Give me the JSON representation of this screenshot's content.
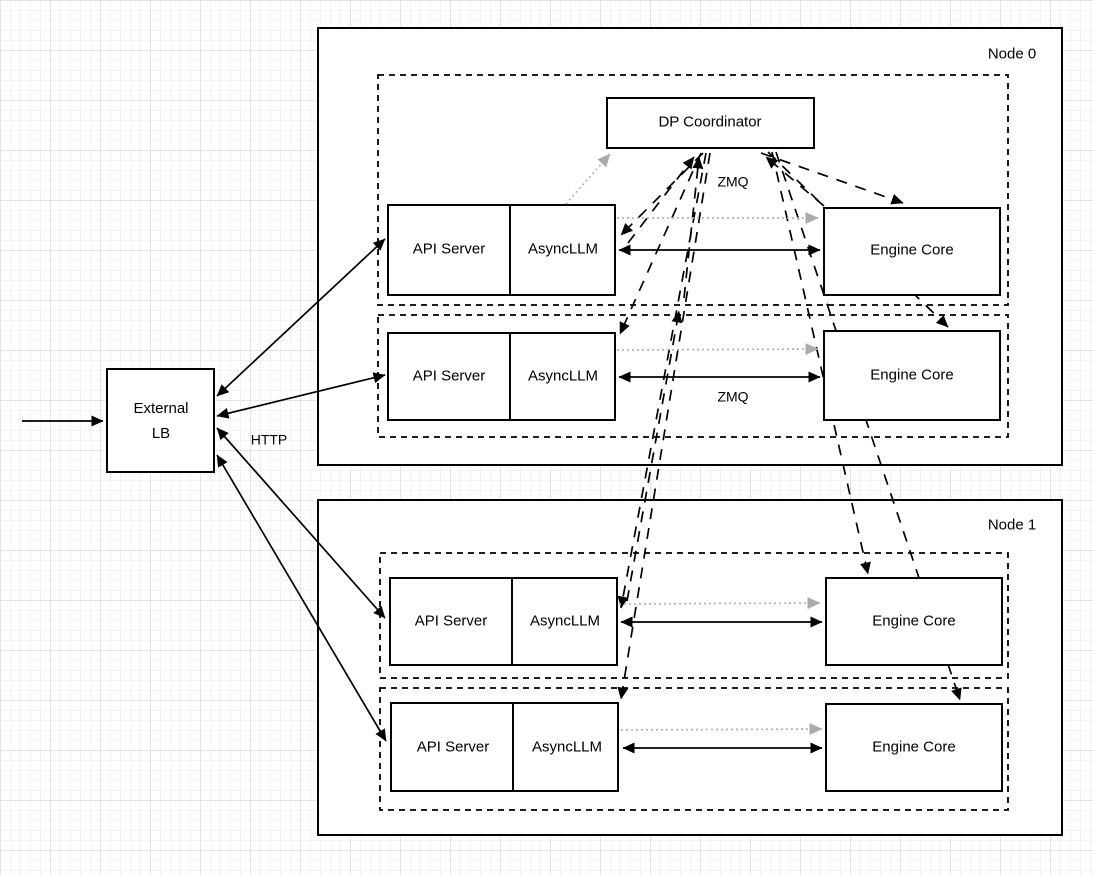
{
  "diagram_type": "architecture-diagram",
  "external_lb": {
    "line1": "External",
    "line2": "LB"
  },
  "edge_labels": {
    "http": "HTTP"
  },
  "nodes": [
    {
      "label": "Node 0",
      "dp_coordinator": "DP Coordinator",
      "zmq_top": "ZMQ",
      "rows": [
        {
          "api_server": "API Server",
          "asyncllm": "AsyncLLM",
          "engine_core": "Engine Core"
        },
        {
          "api_server": "API Server",
          "asyncllm": "AsyncLLM",
          "engine_core": "Engine Core",
          "zmq": "ZMQ"
        }
      ]
    },
    {
      "label": "Node 1",
      "rows": [
        {
          "api_server": "API Server",
          "asyncllm": "AsyncLLM",
          "engine_core": "Engine Core"
        },
        {
          "api_server": "API Server",
          "asyncllm": "AsyncLLM",
          "engine_core": "Engine Core"
        }
      ]
    }
  ],
  "edges": [
    {
      "from": "client",
      "to": "external-lb",
      "style": "solid",
      "bidirectional": false
    },
    {
      "from": "external-lb",
      "to": "node0-row1-api-server",
      "style": "solid",
      "bidirectional": true,
      "label": "HTTP"
    },
    {
      "from": "external-lb",
      "to": "node0-row2-api-server",
      "style": "solid",
      "bidirectional": true,
      "label": "HTTP"
    },
    {
      "from": "external-lb",
      "to": "node1-row1-api-server",
      "style": "solid",
      "bidirectional": true,
      "label": "HTTP"
    },
    {
      "from": "external-lb",
      "to": "node1-row2-api-server",
      "style": "solid",
      "bidirectional": true,
      "label": "HTTP"
    },
    {
      "from": "asyncllm",
      "to": "engine-core",
      "style": "solid",
      "bidirectional": true,
      "label": "ZMQ",
      "note": "one per row"
    },
    {
      "from": "asyncllm",
      "to": "engine-core",
      "style": "gray-dotted",
      "bidirectional": false,
      "note": "one per row"
    },
    {
      "from": "asyncllm-node0-row1",
      "to": "dp-coordinator",
      "style": "gray-dotted",
      "bidirectional": false
    },
    {
      "from": "dp-coordinator",
      "to": "each-asyncllm",
      "style": "black-dashed",
      "bidirectional": true,
      "label": "ZMQ"
    },
    {
      "from": "dp-coordinator",
      "to": "each-engine-core",
      "style": "black-dashed",
      "bidirectional": true,
      "label": "ZMQ"
    }
  ],
  "colors": {
    "stroke": "#000000",
    "box_fill": "#ffffff",
    "gray_dotted": "#b3b3b3",
    "grid_minor": "#f2f2f2",
    "grid_major": "#e4e4e4"
  }
}
